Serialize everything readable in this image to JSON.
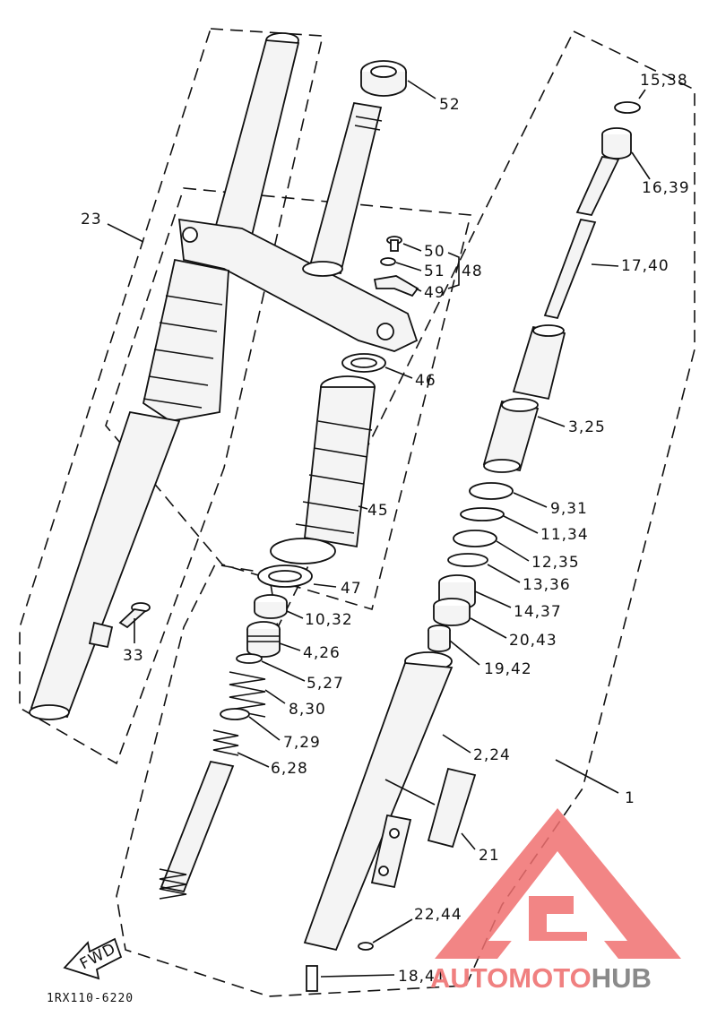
{
  "callouts": {
    "c52": "52",
    "c15_38": "15,38",
    "c16_39": "16,39",
    "c23": "23",
    "c50": "50",
    "c51": "51",
    "c48": "48",
    "c49": "49",
    "c17_40": "17,40",
    "c46": "46",
    "c3_25": "3,25",
    "c45": "45",
    "c9_31": "9,31",
    "c11_34": "11,34",
    "c12_35": "12,35",
    "c13_36": "13,36",
    "c47": "47",
    "c14_37": "14,37",
    "c10_32": "10,32",
    "c33": "33",
    "c20_43": "20,43",
    "c4_26": "4,26",
    "c19_42": "19,42",
    "c5_27": "5,27",
    "c8_30": "8,30",
    "c7_29": "7,29",
    "c2_24": "2,24",
    "c6_28": "6,28",
    "c1": "1",
    "c21": "21",
    "c22_44": "22,44",
    "c18_41": "18,41"
  },
  "fwd_label": "FWD",
  "diagram_code": "1RX110-6220",
  "watermark": {
    "part1": "AUTO",
    "part2": "MOTO",
    "part3": "HUB",
    "color_main": "#f08080",
    "color_dark": "#8a8a8a",
    "logo_color": "#f07070"
  }
}
